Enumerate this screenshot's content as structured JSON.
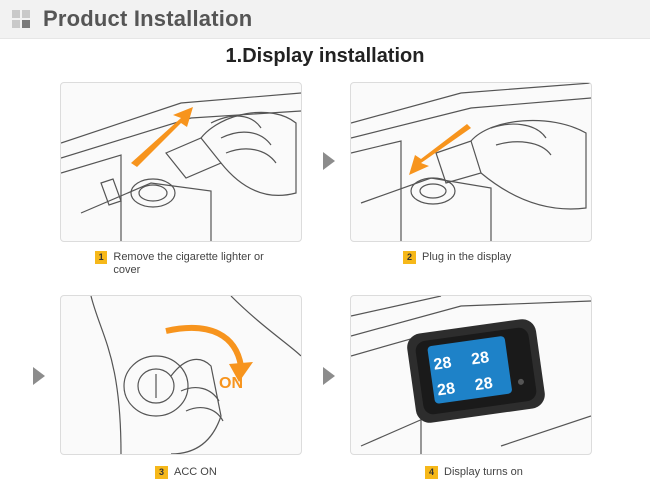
{
  "header": {
    "title": "Product Installation"
  },
  "section": {
    "title": "1.Display installation"
  },
  "steps": [
    {
      "number": "1",
      "text": "Remove the cigarette lighter or cover"
    },
    {
      "number": "2",
      "text": "Plug in the display"
    },
    {
      "number": "3",
      "text": "ACC ON"
    },
    {
      "number": "4",
      "text": "Display turns on"
    }
  ],
  "illustration": {
    "on_label": "ON",
    "display_readings": [
      "28",
      "28",
      "28",
      "28"
    ]
  },
  "colors": {
    "accent": "#f6b81a",
    "arrow_orange": "#f7941d",
    "display_blue": "#1e82c8"
  }
}
